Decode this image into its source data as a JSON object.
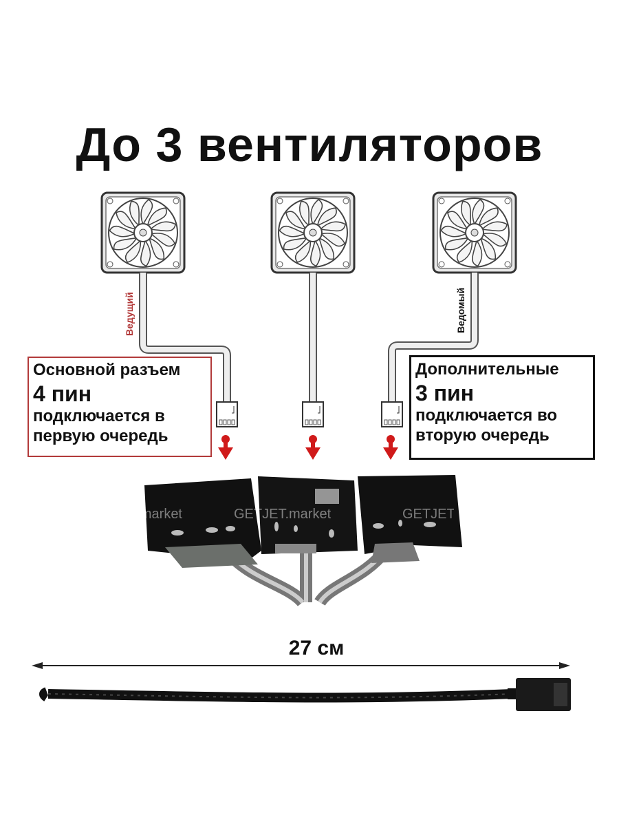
{
  "title": "До 3 вентиляторов",
  "fans": [
    {
      "label": "Ведущий",
      "label_color": "#b23a3a"
    },
    {
      "label": ""
    },
    {
      "label": "Ведомый",
      "label_color": "#111111"
    }
  ],
  "primary_box": {
    "line1": "Основной разъем",
    "line2": "4 пин",
    "line3": "подключается в",
    "line4": "первую очередь",
    "border_color": "#b23a3a"
  },
  "secondary_box": {
    "line1": "Дополнительные",
    "line2": "3 пин",
    "line3": "подключается во",
    "line4": "вторую очередь",
    "border_color": "#111111"
  },
  "arrow_color": "#d01a1a",
  "watermark": "GETJET.market",
  "cable_length": "27 см"
}
